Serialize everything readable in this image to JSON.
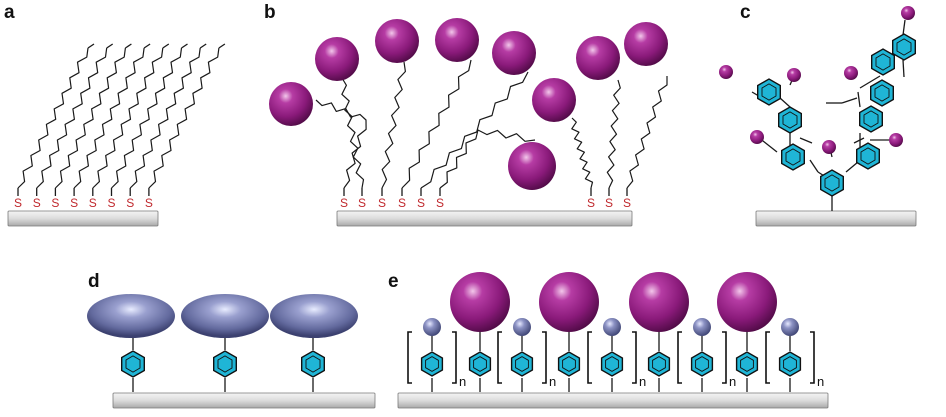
{
  "panels": {
    "a": {
      "label": "a",
      "sulfur": [
        "S",
        "S",
        "S",
        "S",
        "S",
        "S",
        "S",
        "S"
      ]
    },
    "b": {
      "label": "b",
      "sulfur_left": [
        "S",
        "S",
        "S",
        "S",
        "S",
        "S"
      ],
      "sulfur_right": [
        "S",
        "S",
        "S"
      ]
    },
    "c": {
      "label": "c"
    },
    "d": {
      "label": "d"
    },
    "e": {
      "label": "e",
      "repeat": [
        "n",
        "n",
        "n",
        "n",
        "n"
      ]
    }
  },
  "colors": {
    "substrate": "#d4d4d4",
    "sphere": "#8e1f7e",
    "ellipsoid": "#6e74a8",
    "ring": "#1fb5d6",
    "sulfur": "#c0282d"
  }
}
